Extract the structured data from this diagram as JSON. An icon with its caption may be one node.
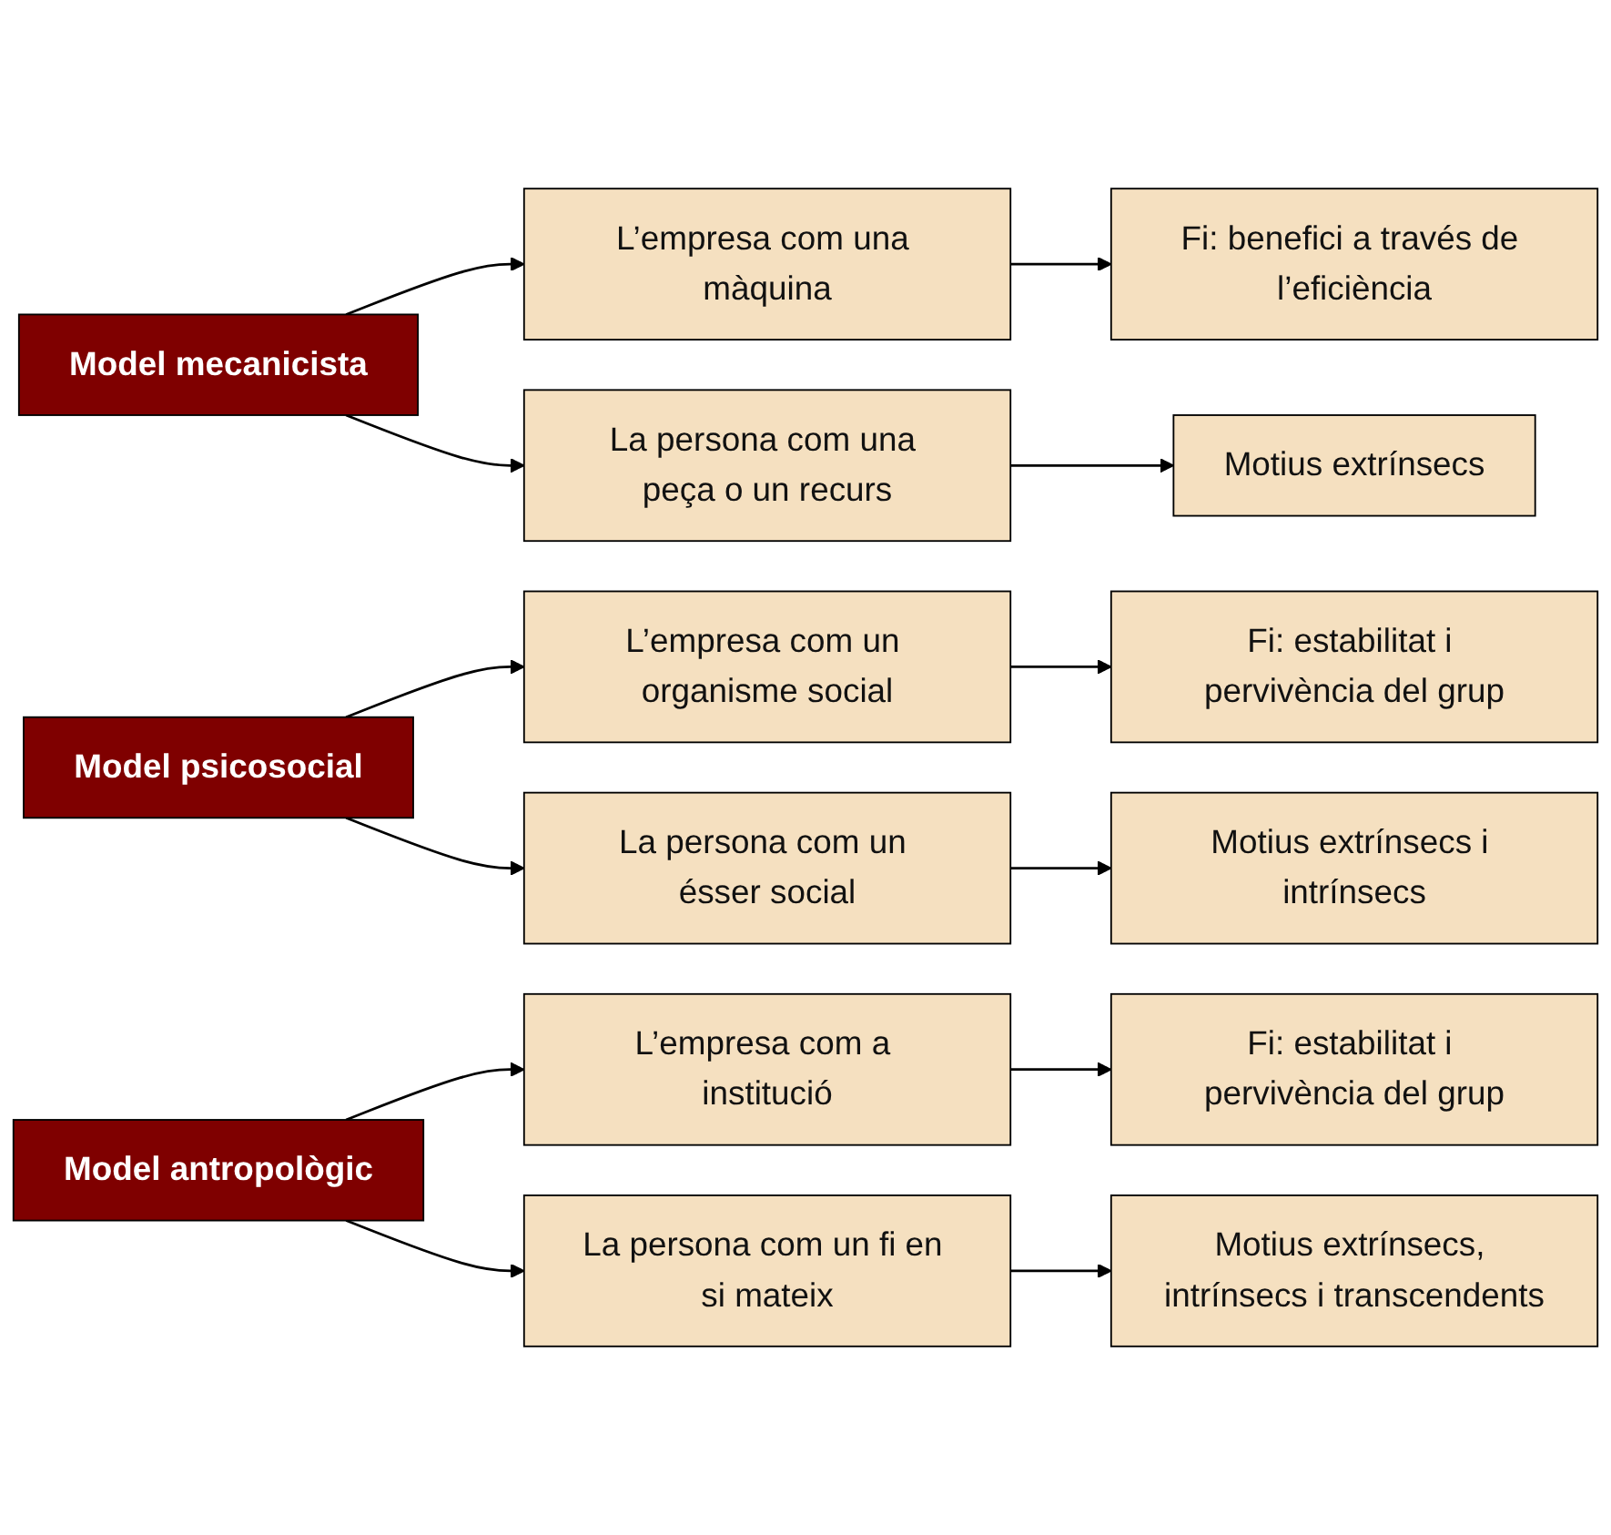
{
  "diagram": {
    "nodes": [
      {
        "text": [
          "Model mecanicista"
        ]
      },
      {
        "text": [
          "L’empresa com una màquina"
        ]
      },
      {
        "text": [
          "Fi: benefici a través de l’eficiència"
        ]
      },
      {
        "text": [
          "La persona com una peça o un recurs"
        ]
      },
      {
        "text": [
          "Motius extrínsecs"
        ]
      },
      {
        "text": [
          "Model psicosocial"
        ]
      },
      {
        "text": [
          "L’empresa com un organisme social"
        ]
      },
      {
        "text": [
          "Fi: estabilitat i pervivència del grup"
        ]
      },
      {
        "text": [
          "La persona com un ésser social"
        ]
      },
      {
        "text": [
          "Motius extrínsecs i intrínsecs"
        ]
      },
      {
        "text": [
          "Model antropològic"
        ]
      },
      {
        "text": [
          "L’empresa com a institució"
        ]
      },
      {
        "text": [
          "Fi: estabilitat i pervivència del grup"
        ]
      },
      {
        "text": [
          "La persona com un fi en si mateix"
        ]
      },
      {
        "text": [
          "Motius extrínsecs, intrínsecs i transcendents"
        ]
      }
    ],
    "edges": [
      {
        "from": 0,
        "to": 1,
        "arrow": "to"
      },
      {
        "from": 1,
        "to": 2,
        "arrow": "to"
      },
      {
        "from": 0,
        "to": 3,
        "arrow": "to"
      },
      {
        "from": 3,
        "to": 4,
        "arrow": "to"
      },
      {
        "from": 5,
        "to": 6,
        "arrow": "to"
      },
      {
        "from": 6,
        "to": 7,
        "arrow": "to"
      },
      {
        "from": 5,
        "to": 8,
        "arrow": "to"
      },
      {
        "from": 8,
        "to": 9,
        "arrow": "to"
      },
      {
        "from": 10,
        "to": 11,
        "arrow": "to"
      },
      {
        "from": 11,
        "to": 12,
        "arrow": "to"
      },
      {
        "from": 10,
        "to": 13,
        "arrow": "to"
      },
      {
        "from": 13,
        "to": 14,
        "arrow": "to"
      }
    ]
  }
}
